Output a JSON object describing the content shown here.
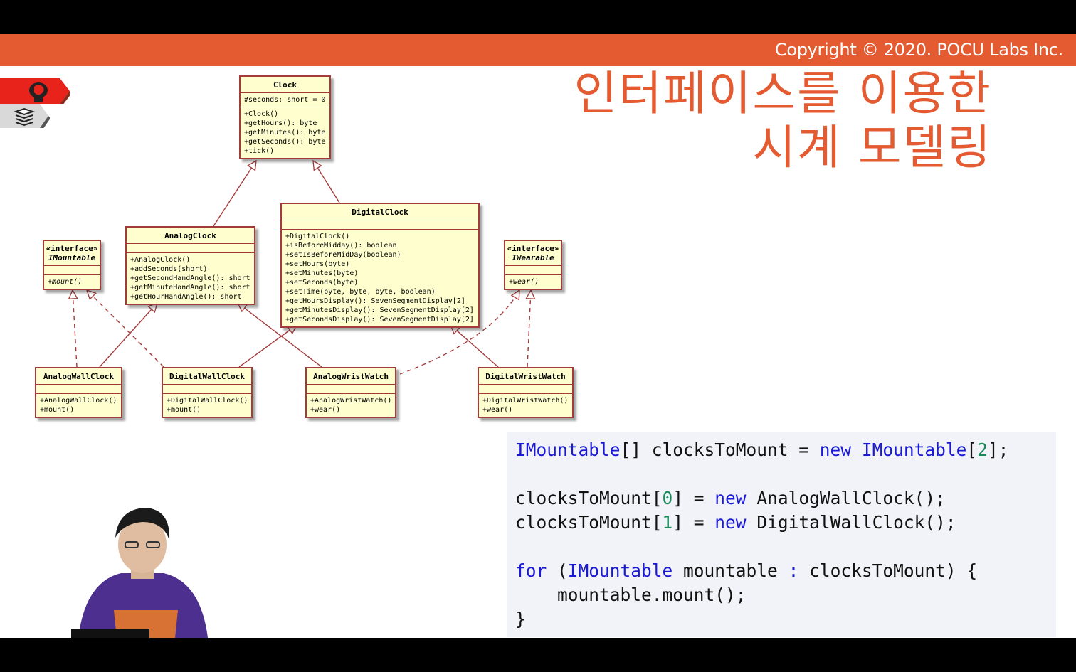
{
  "copyright": "Copyright © 2020. POCU Labs Inc.",
  "title_line1": "인터페이스를 이용한",
  "title_line2": "시계 모델링",
  "icons": {
    "tab_primary": "brain-icon",
    "tab_secondary": "books-icon",
    "accent": "#e45a31"
  },
  "uml": {
    "clock": {
      "name": "Clock",
      "fields": [
        "#seconds: short = 0"
      ],
      "methods": [
        "+Clock()",
        "+getHours(): byte",
        "+getMinutes(): byte",
        "+getSeconds(): byte",
        "+tick()"
      ]
    },
    "analog_clock": {
      "name": "AnalogClock",
      "methods": [
        "+AnalogClock()",
        "+addSeconds(short)",
        "+getSecondHandAngle(): short",
        "+getMinuteHandAngle(): short",
        "+getHourHandAngle(): short"
      ]
    },
    "digital_clock": {
      "name": "DigitalClock",
      "methods": [
        "+DigitalClock()",
        "+isBeforeMidday(): boolean",
        "+setIsBeforeMidDay(boolean)",
        "+setHours(byte)",
        "+setMinutes(byte)",
        "+setSeconds(byte)",
        "+setTime(byte, byte, byte, boolean)",
        "+getHoursDisplay(): SevenSegmentDisplay[2]",
        "+getMinutesDisplay(): SevenSegmentDisplay[2]",
        "+getSecondsDisplay(): SevenSegmentDisplay[2]"
      ]
    },
    "imountable": {
      "stereotype": "«interface»",
      "name": "IMountable",
      "methods": [
        "+mount()"
      ]
    },
    "iwearable": {
      "stereotype": "«interface»",
      "name": "IWearable",
      "methods": [
        "+wear()"
      ]
    },
    "analog_wall_clock": {
      "name": "AnalogWallClock",
      "methods": [
        "+AnalogWallClock()",
        "+mount()"
      ]
    },
    "digital_wall_clock": {
      "name": "DigitalWallClock",
      "methods": [
        "+DigitalWallClock()",
        "+mount()"
      ]
    },
    "analog_wrist_watch": {
      "name": "AnalogWristWatch",
      "methods": [
        "+AnalogWristWatch()",
        "+wear()"
      ]
    },
    "digital_wrist_watch": {
      "name": "DigitalWristWatch",
      "methods": [
        "+DigitalWristWatch()",
        "+wear()"
      ]
    }
  },
  "code": {
    "line1": {
      "t1": "IMountable",
      "t2": "[] clocksToMount = ",
      "kw": "new",
      "t3": " ",
      "t4": "IMountable",
      "t5": "[",
      "num": "2",
      "t6": "];"
    },
    "line2": {
      "t1": "clocksToMount[",
      "num": "0",
      "t2": "] = ",
      "kw": "new",
      "t3": " AnalogWallClock();"
    },
    "line3": {
      "t1": "clocksToMount[",
      "num": "1",
      "t2": "] = ",
      "kw": "new",
      "t3": " DigitalWallClock();"
    },
    "line4": {
      "kw": "for",
      "t1": " (",
      "type": "IMountable",
      "t2": " mountable ",
      "colon": ":",
      "t3": " clocksToMount) {"
    },
    "line5": "    mountable.mount();",
    "line6": "}"
  }
}
